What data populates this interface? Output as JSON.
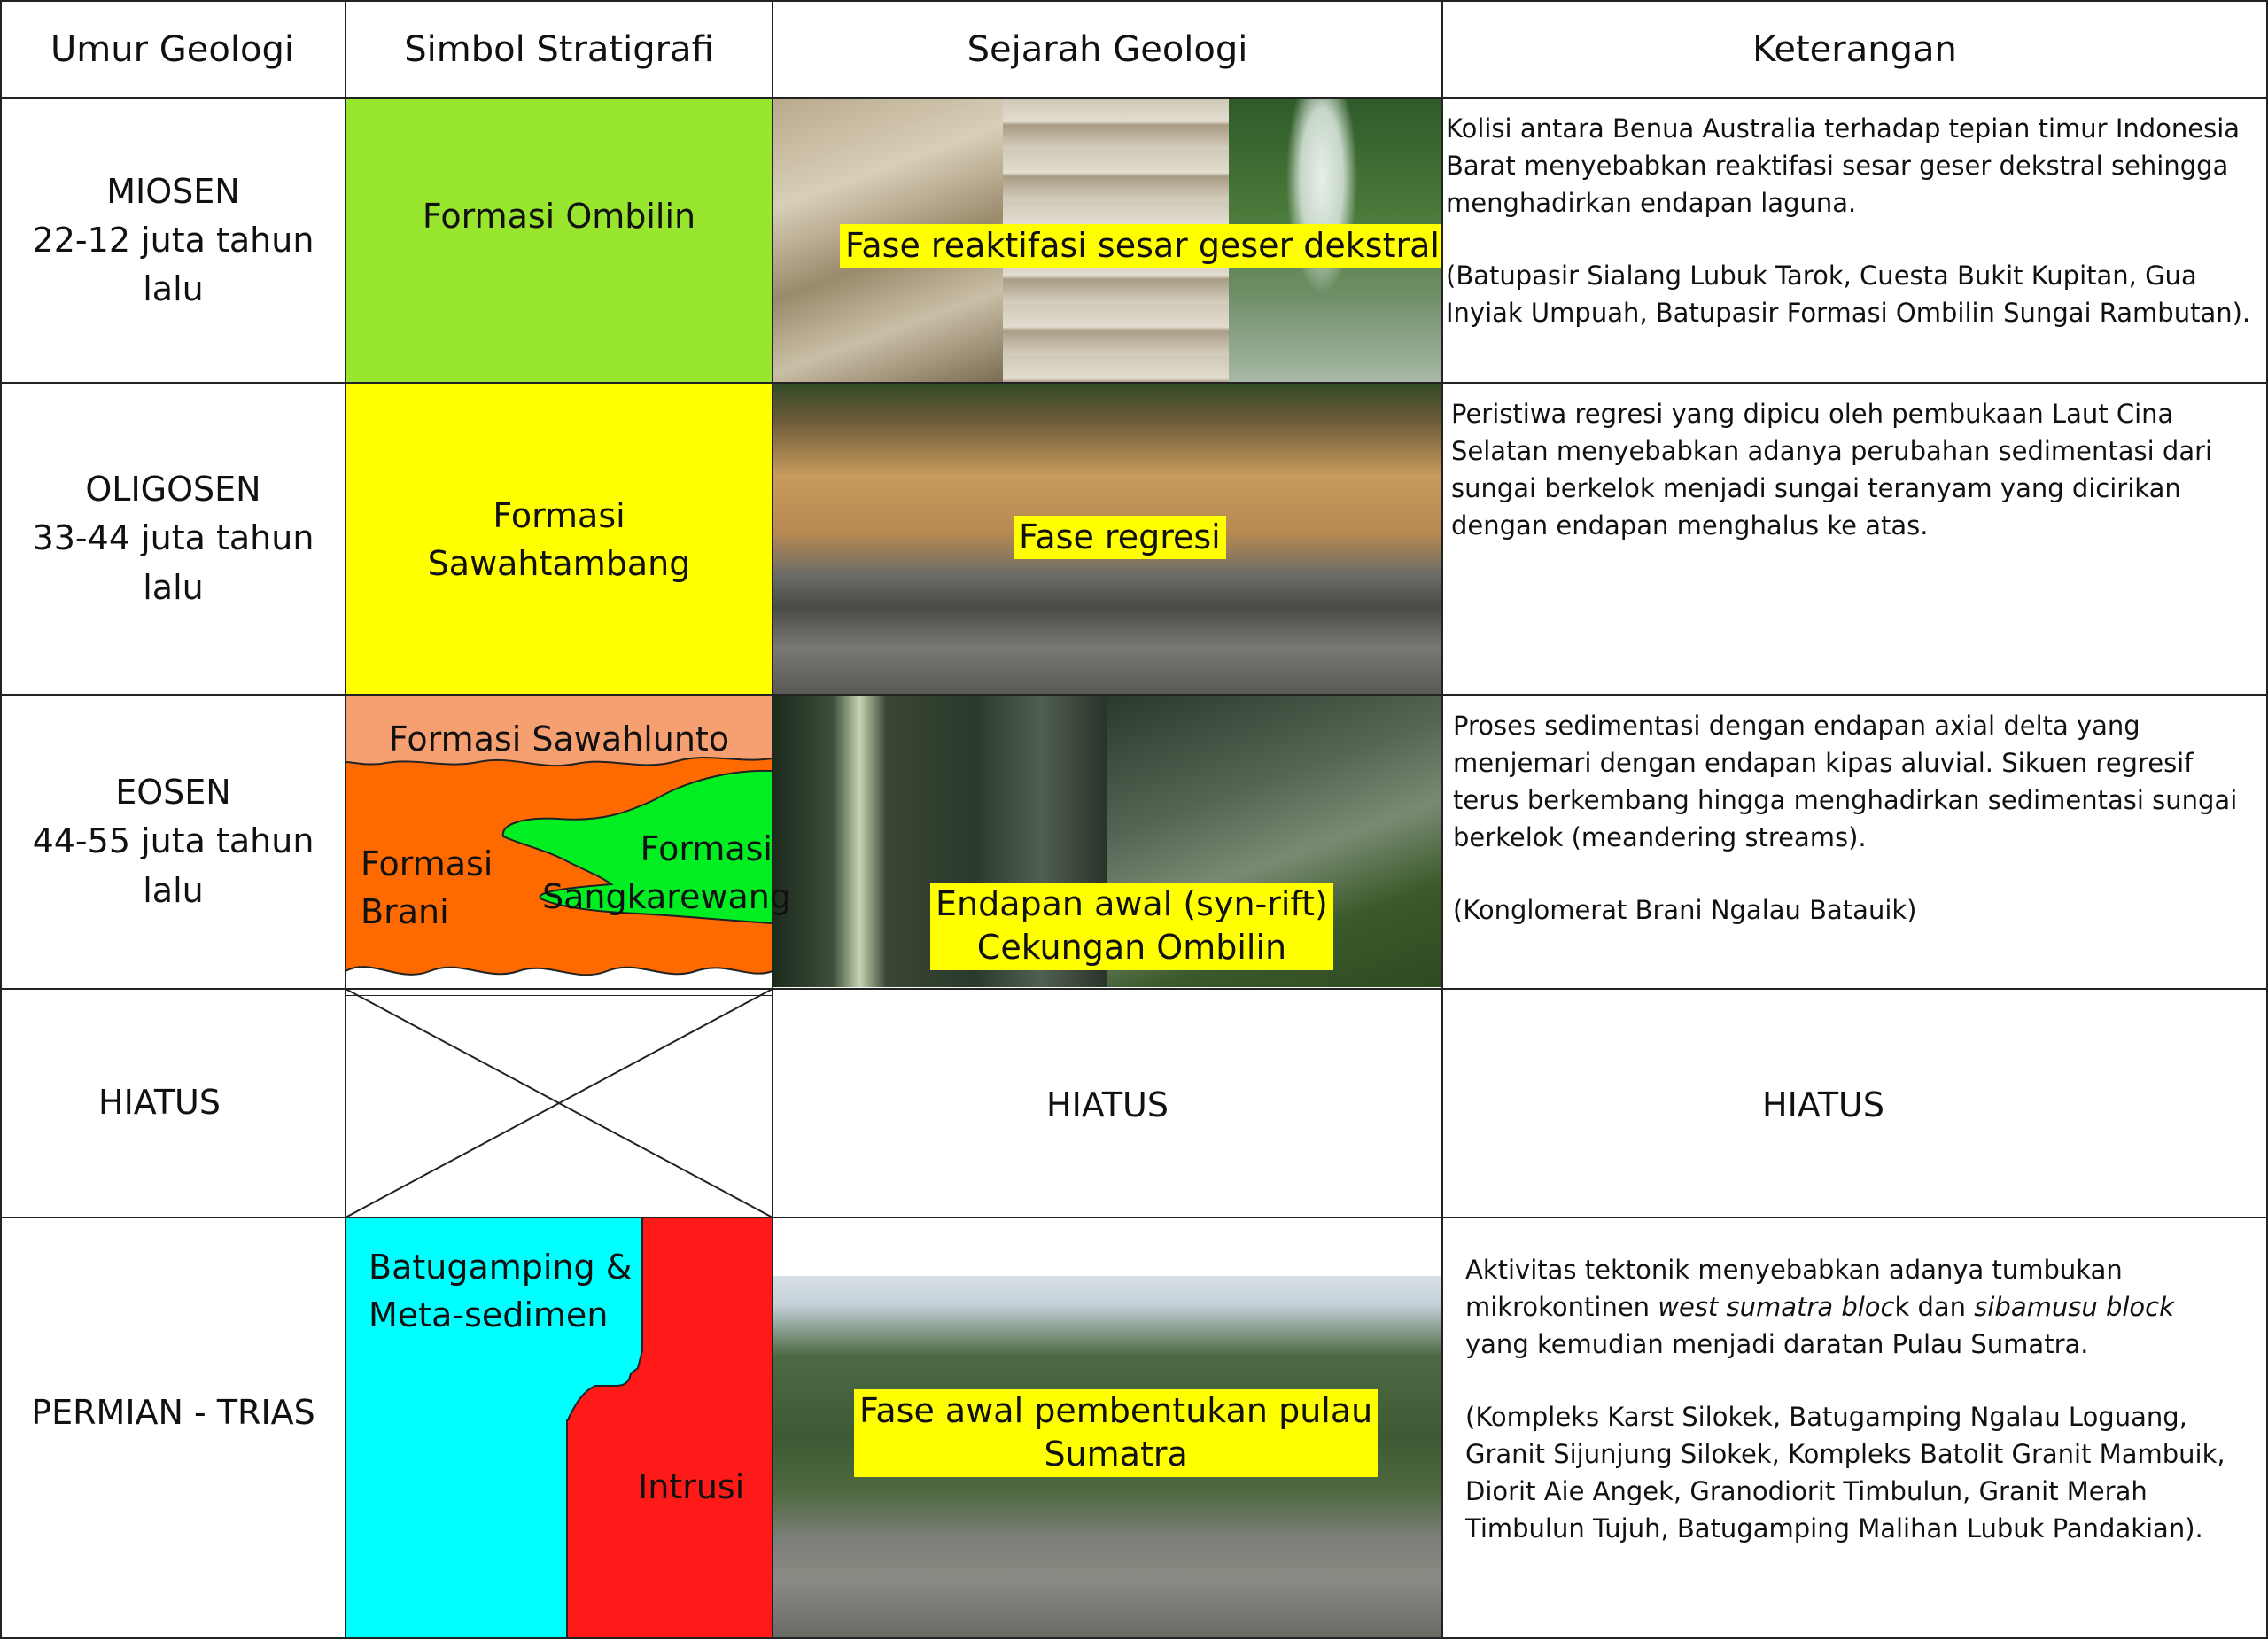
{
  "headers": {
    "umur": "Umur Geologi",
    "simbol": "Simbol Stratigrafi",
    "sejarah": "Sejarah Geologi",
    "keterangan": "Keterangan"
  },
  "rows": {
    "miosen": {
      "age": "MIOSEN",
      "range": "22-12 juta tahun lalu",
      "formation": "Formasi Ombilin",
      "phase": "Fase reaktifasi sesar geser dekstral",
      "desc": "Kolisi antara Benua Australia terhadap tepian timur Indonesia Barat menyebabkan reaktifasi sesar geser dekstral sehingga menghadirkan endapan laguna.",
      "sites": "(Batupasir Sialang Lubuk Tarok, Cuesta Bukit Kupitan, Gua Inyiak Umpuah, Batupasir Formasi Ombilin Sungai Rambutan)."
    },
    "oligosen": {
      "age": "OLIGOSEN",
      "range": "33-44 juta tahun lalu",
      "formation_line1": "Formasi",
      "formation_line2": "Sawahtambang",
      "phase": "Fase regresi",
      "desc": "Peristiwa regresi yang dipicu oleh pembukaan Laut Cina Selatan menyebabkan adanya perubahan sedimentasi dari sungai berkelok menjadi sungai teranyam yang dicirikan dengan endapan menghalus ke atas."
    },
    "eosen": {
      "age": "EOSEN",
      "range": "44-55 juta tahun lalu",
      "formation_top": "Formasi Sawahlunto",
      "formation_brani_1": "Formasi",
      "formation_brani_2": "Brani",
      "formation_sang_1": "Formasi",
      "formation_sang_2": "Sangkarewang",
      "phase_line1": "Endapan awal (syn-rift)",
      "phase_line2": "Cekungan Ombilin",
      "desc": "Proses sedimentasi dengan endapan axial delta yang menjemari dengan endapan kipas aluvial. Sikuen regresif terus berkembang hingga menghadirkan sedimentasi sungai berkelok (meandering streams).",
      "sites": "(Konglomerat Brani Ngalau Batauik)"
    },
    "hiatus": {
      "age": "HIATUS",
      "sejarah": "HIATUS",
      "keterangan": "HIATUS"
    },
    "permian": {
      "age": "PERMIAN - TRIAS",
      "formation_left_1": "Batugamping &",
      "formation_left_2": "Meta-sedimen",
      "formation_right": "Intrusi",
      "phase_line1": "Fase awal pembentukan pulau",
      "phase_line2": "Sumatra",
      "desc_1": "Aktivitas tektonik menyebabkan adanya tumbukan mikrokontinen",
      "desc_2": "west sumatra bloc",
      "desc_3": "k dan",
      "desc_4": "sibamusu block",
      "desc_5": "yang kemudian menjadi daratan Pulau Sumatra.",
      "sites": "(Kompleks Karst Silokek, Batugamping Ngalau Loguang, Granit Sijunjung Silokek, Kompleks Batolit Granit Mambuik, Diorit Aie Angek, Granodiorit Timbulun, Granit Merah Timbulun Tujuh, Batugamping Malihan Lubuk Pandakian)."
    }
  },
  "colors": {
    "ombilin": "#99e62e",
    "sawahtambang": "#ffff00",
    "sawahlunto": "#f6a071",
    "brani": "#ff6a00",
    "sangkarewang": "#00ee22",
    "batugamping": "#00ffff",
    "intrusi": "#ff1a1a",
    "label_highlight": "#ffff00"
  }
}
